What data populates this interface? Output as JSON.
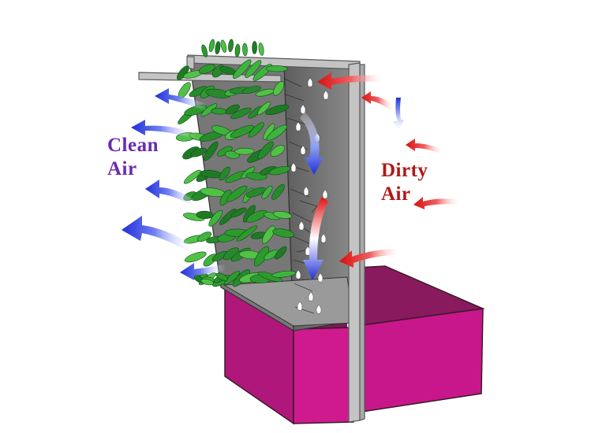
{
  "labels": {
    "clean": {
      "line1": "Clean",
      "line2": "Air"
    },
    "dirty": {
      "line1": "Dirty",
      "line2": "Air"
    }
  },
  "colors": {
    "clean_text": "#6a2bb0",
    "dirty_text": "#b01818",
    "clean_arrow": "#1f2fd8",
    "dirty_arrow": "#e01010",
    "planter": "#c21a86",
    "planter_top": "#8a1a5a",
    "panel": "#7a7a7a",
    "frame": "#c4c4c4",
    "leaf": "#2e9a2e",
    "water_drop": "#ffffff"
  },
  "icons": [
    "leaf-icon",
    "water-drop-icon",
    "arrow-icon"
  ]
}
